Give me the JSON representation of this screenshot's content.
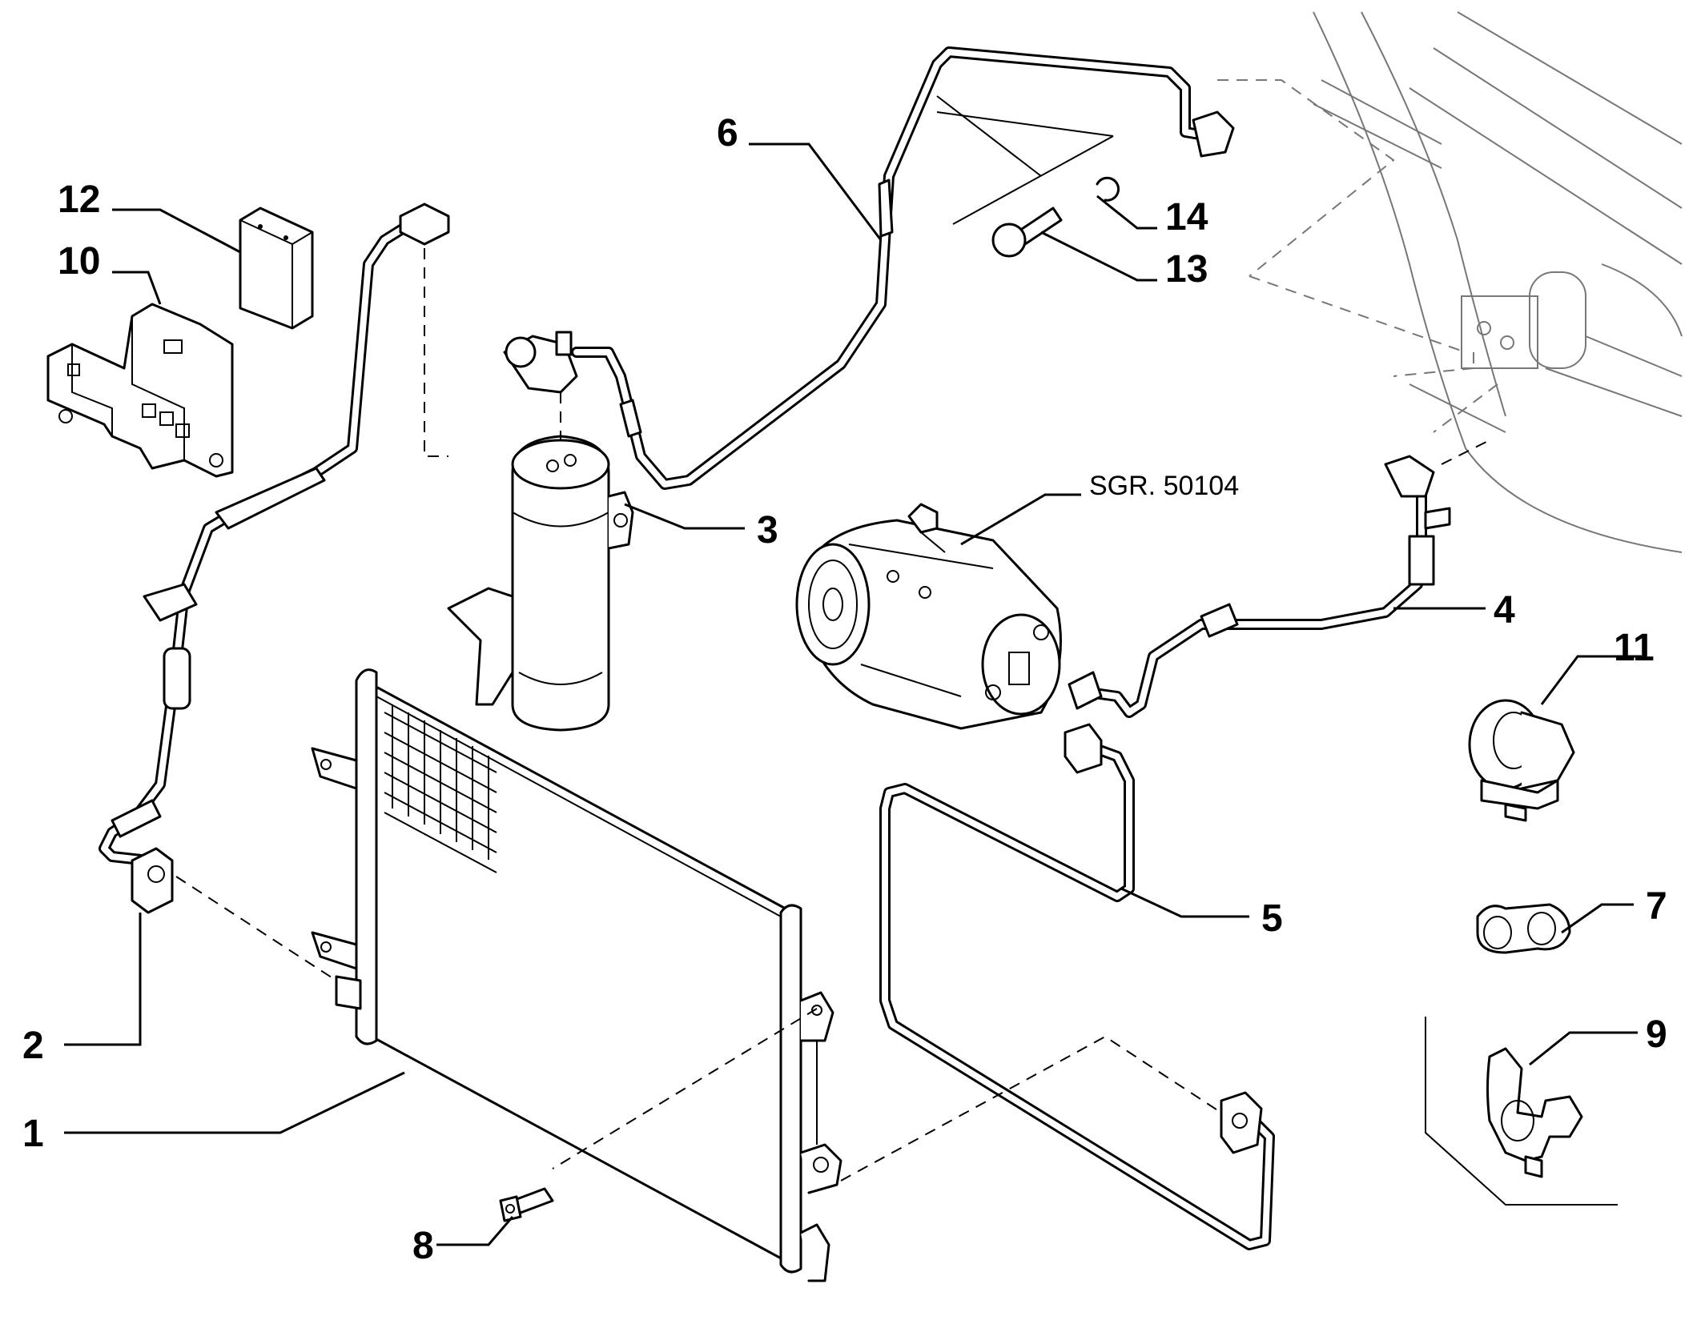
{
  "diagram": {
    "callouts": [
      {
        "id": "1",
        "label": "1"
      },
      {
        "id": "2",
        "label": "2"
      },
      {
        "id": "3",
        "label": "3"
      },
      {
        "id": "4",
        "label": "4"
      },
      {
        "id": "5",
        "label": "5"
      },
      {
        "id": "6",
        "label": "6"
      },
      {
        "id": "7",
        "label": "7"
      },
      {
        "id": "8",
        "label": "8"
      },
      {
        "id": "9",
        "label": "9"
      },
      {
        "id": "10",
        "label": "10"
      },
      {
        "id": "11",
        "label": "11"
      },
      {
        "id": "12",
        "label": "12"
      },
      {
        "id": "13",
        "label": "13"
      },
      {
        "id": "14",
        "label": "14"
      }
    ],
    "reference_label": "SGR. 50104"
  }
}
